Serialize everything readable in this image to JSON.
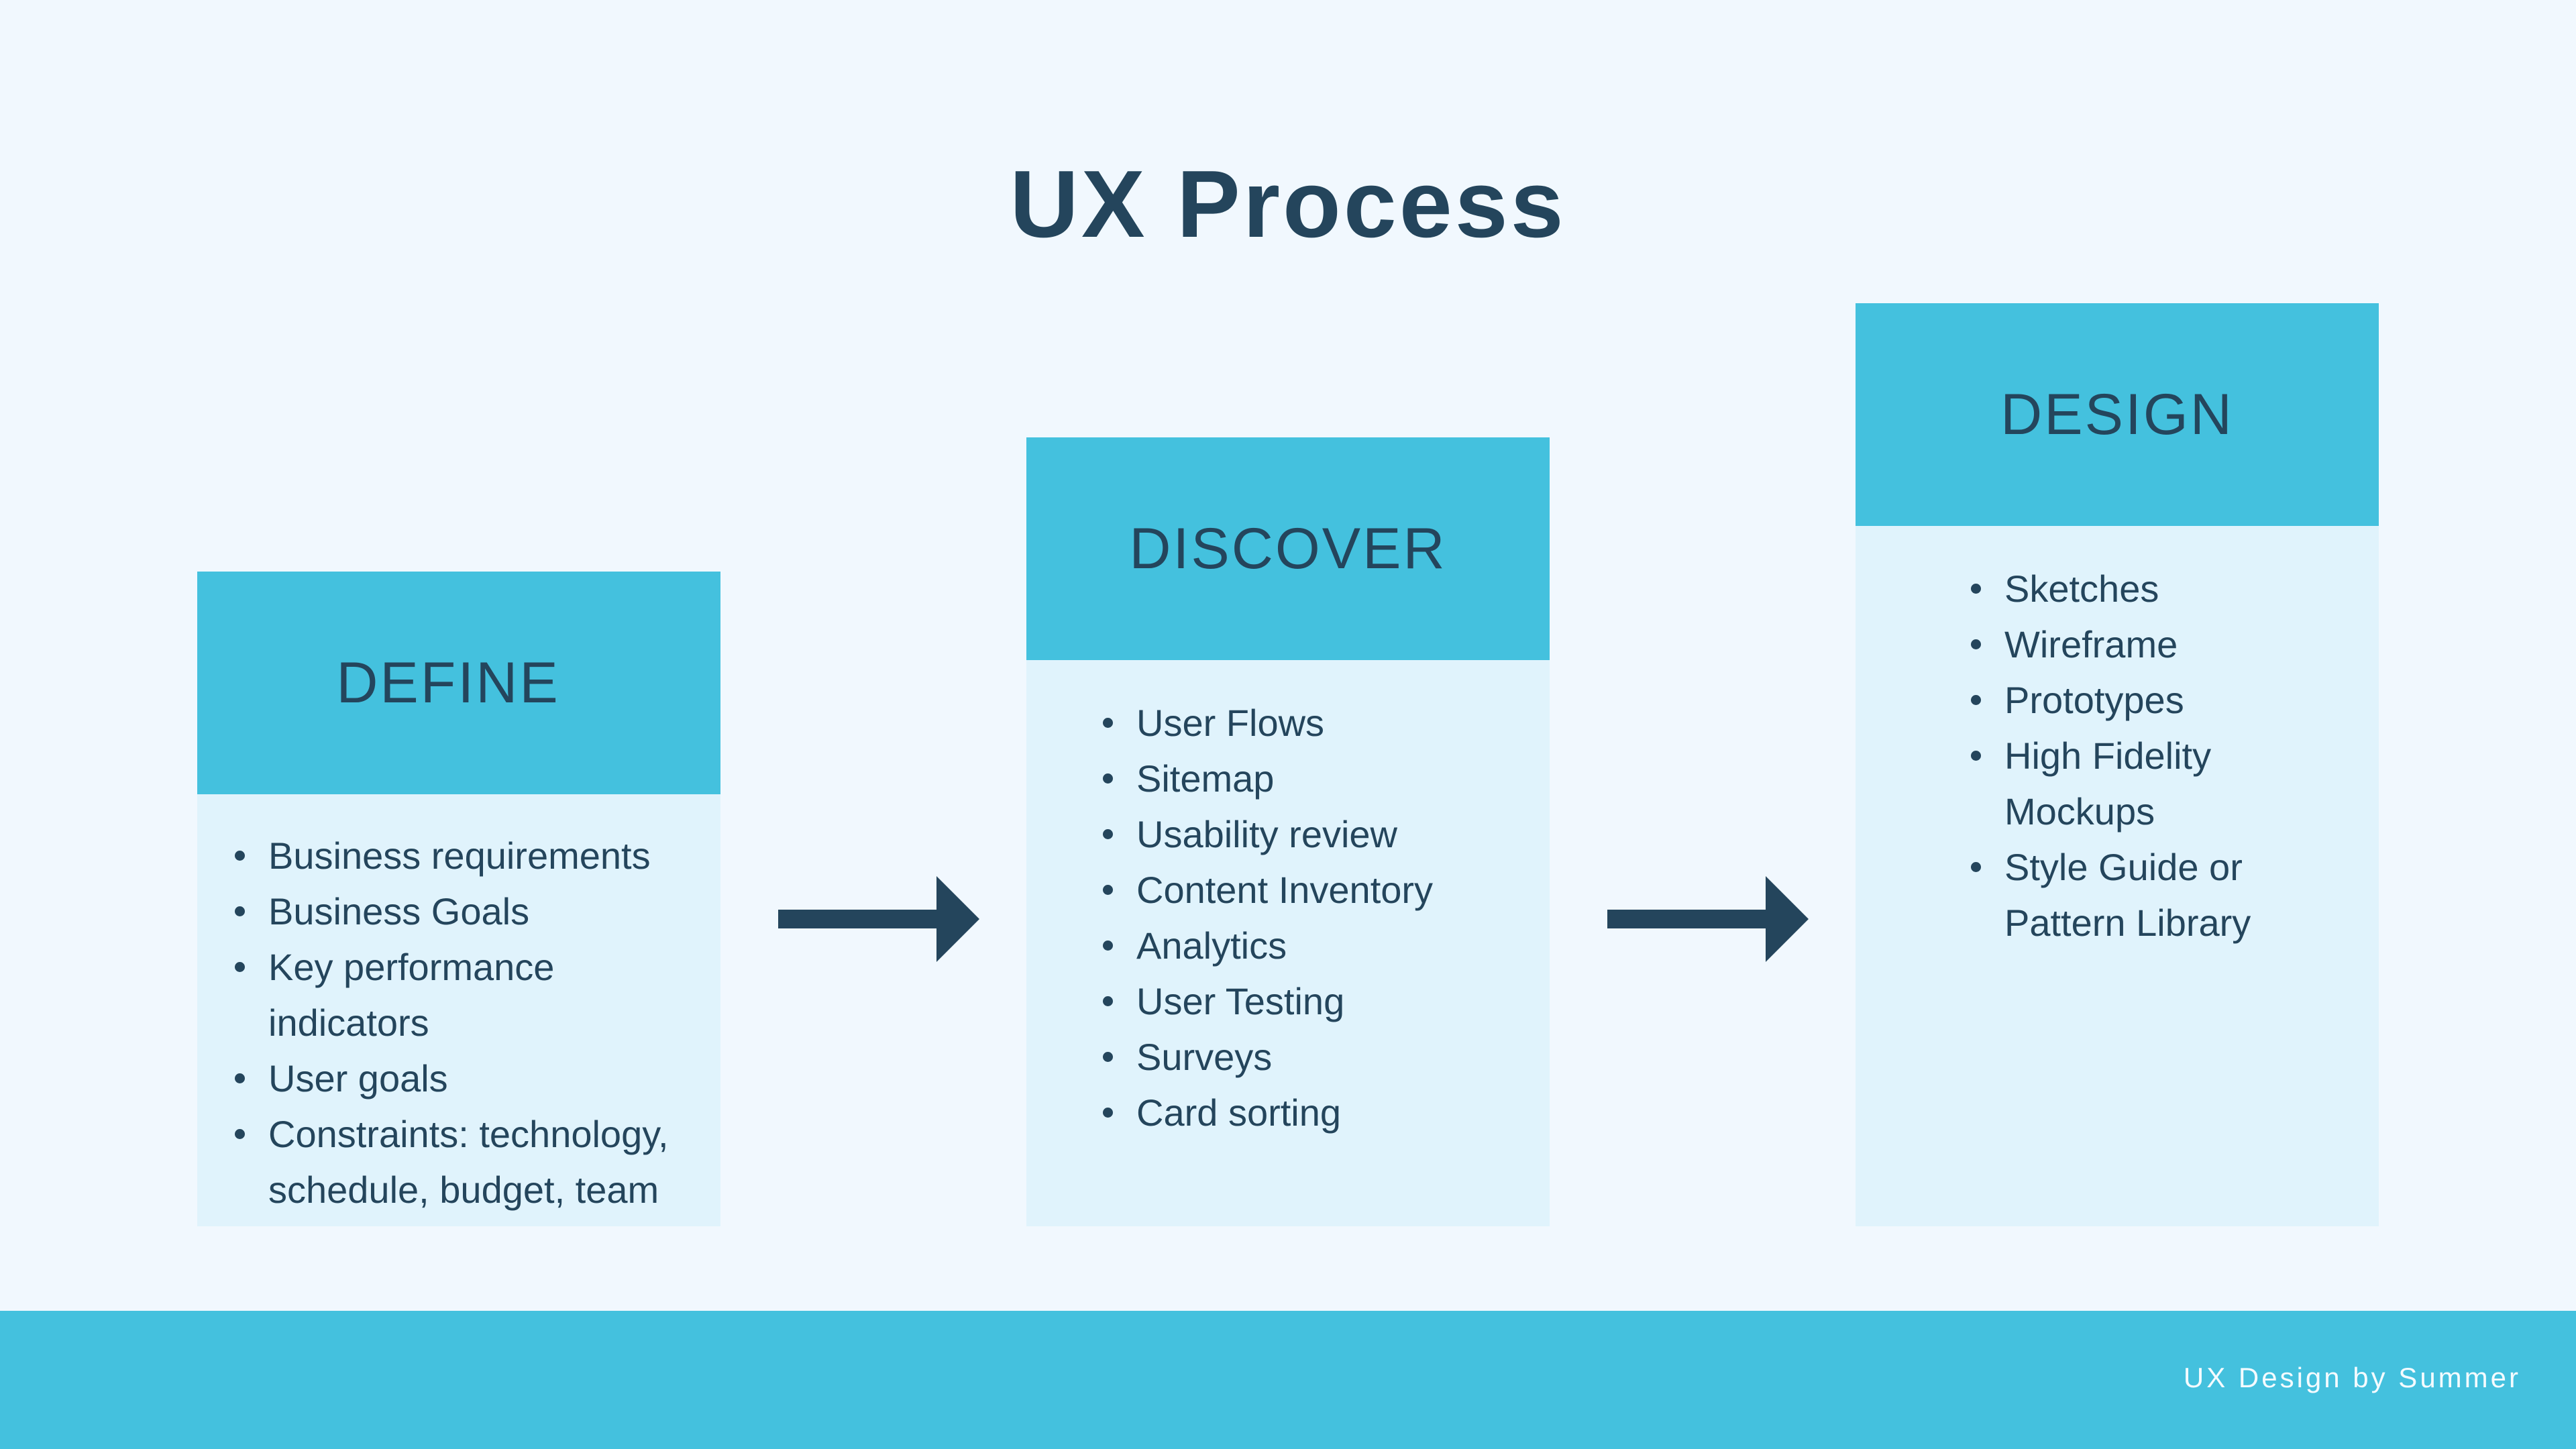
{
  "title": "UX Process",
  "stages": [
    {
      "heading": "DEFINE",
      "items": [
        [
          "Business requirements"
        ],
        [
          "Business Goals"
        ],
        [
          "Key performance",
          "indicators"
        ],
        [
          "User goals"
        ],
        [
          "Constraints: technology,",
          "schedule, budget, team"
        ]
      ]
    },
    {
      "heading": "DISCOVER",
      "items": [
        [
          "User Flows"
        ],
        [
          "Sitemap"
        ],
        [
          "Usability review"
        ],
        [
          "Content Inventory"
        ],
        [
          "Analytics"
        ],
        [
          "User Testing"
        ],
        [
          "Surveys"
        ],
        [
          "Card sorting"
        ]
      ]
    },
    {
      "heading": "DESIGN",
      "items": [
        [
          "Sketches"
        ],
        [
          "Wireframe"
        ],
        [
          "Prototypes"
        ],
        [
          "High Fidelity",
          "Mockups"
        ],
        [
          "Style Guide or",
          "Pattern Library"
        ]
      ]
    }
  ],
  "arrows": [
    {
      "icon": "right-arrow-icon"
    },
    {
      "icon": "right-arrow-icon"
    }
  ],
  "footer": {
    "credit": "UX Design by Summer"
  },
  "colors": {
    "background": "#f1f8fe",
    "accent": "#44c1de",
    "panel": "#e0f3fc",
    "text": "#24455c",
    "footer_text": "#f4fbff"
  }
}
